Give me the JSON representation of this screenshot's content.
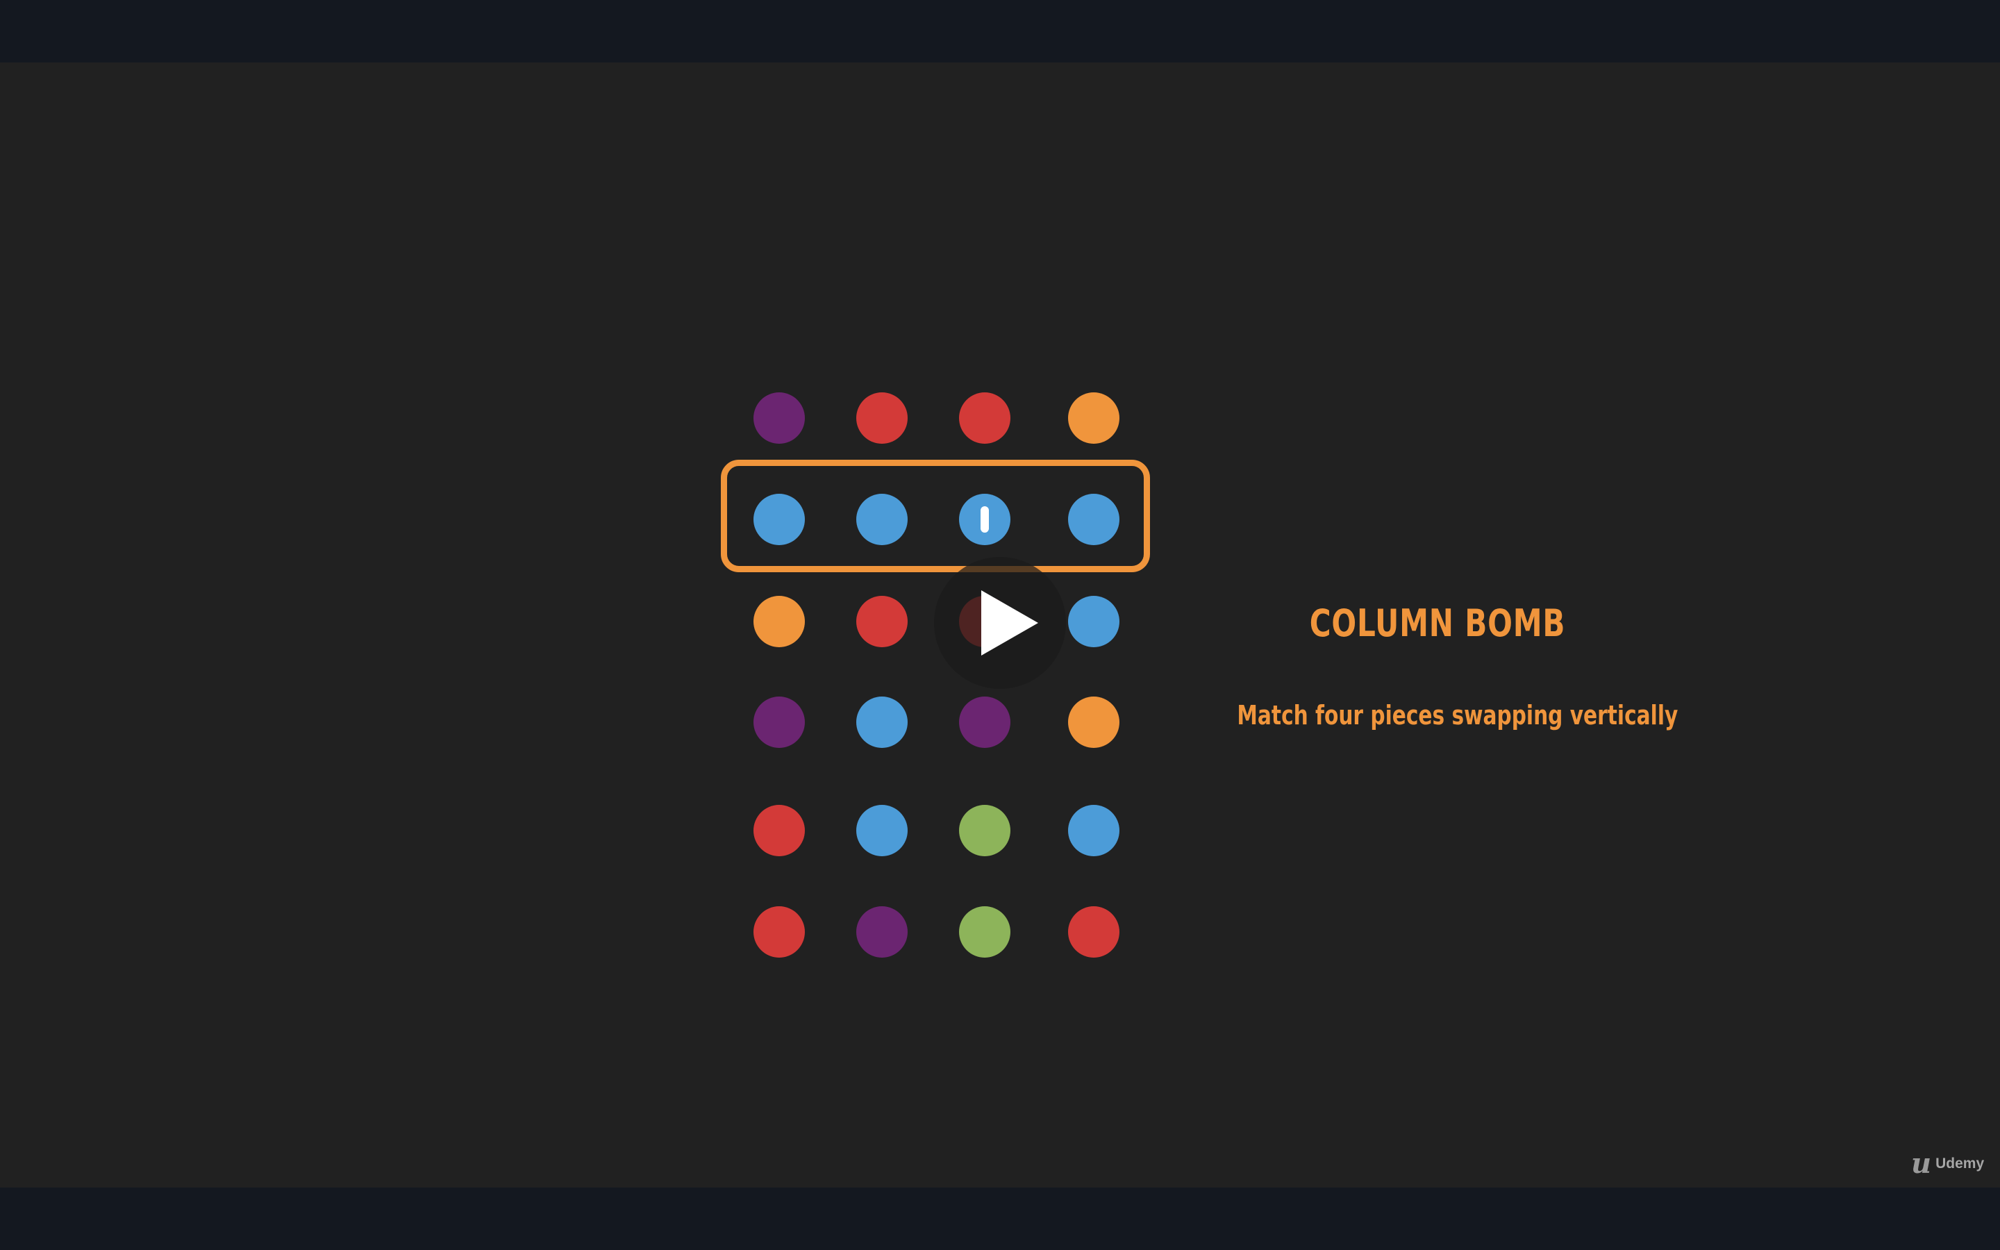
{
  "colors": {
    "page_bar": "#141820",
    "slide_background": "#212121",
    "accent": "#f0953c",
    "purple": "#6b2571",
    "red": "#d33a38",
    "orange": "#f0953c",
    "blue": "#4c9cd8",
    "green": "#8db45a"
  },
  "slide": {
    "title": "COLUMN BOMB",
    "subtitle": "Match four pieces swapping vertically"
  },
  "board": {
    "columns": 4,
    "rows": [
      [
        "purple",
        "red",
        "red",
        "orange"
      ],
      [
        "blue",
        "blue",
        "blue",
        "blue"
      ],
      [
        "orange",
        "red",
        "red",
        "blue"
      ],
      [
        "purple",
        "blue",
        "purple",
        "orange"
      ],
      [
        "red",
        "blue",
        "green",
        "blue"
      ],
      [
        "red",
        "purple",
        "green",
        "red"
      ]
    ],
    "highlighted_row": 2,
    "marked_piece": {
      "row": 2,
      "column": 3
    }
  },
  "player": {
    "play_icon": "play-icon",
    "state": "paused"
  },
  "brand": {
    "logo_icon": "udemy-logo-icon",
    "mark": "u",
    "name": "Udemy"
  }
}
